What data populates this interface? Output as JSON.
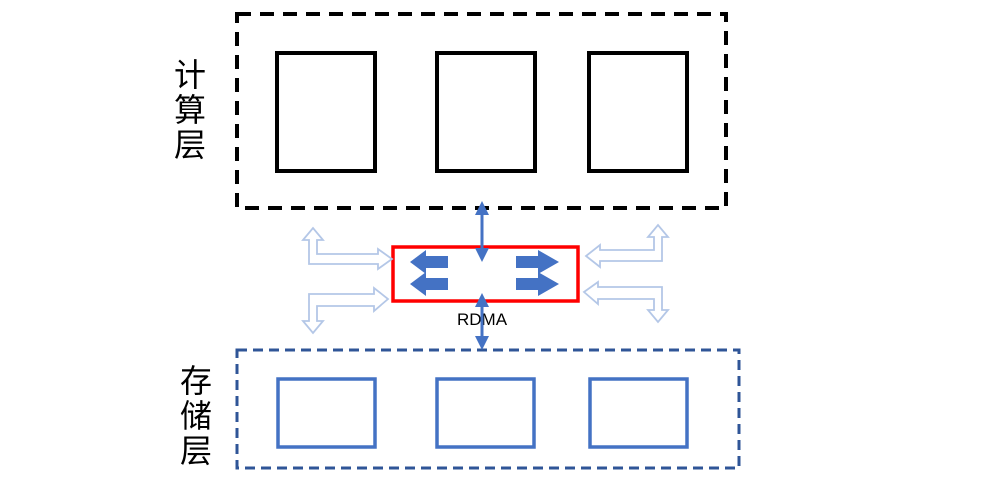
{
  "diagram": {
    "compute_layer": {
      "label": "计算层",
      "label_chars": [
        "计",
        "算",
        "层"
      ],
      "node_count": 3,
      "border_color": "#000000",
      "node_color": "#000000"
    },
    "storage_layer": {
      "label": "存储层",
      "label_chars": [
        "存",
        "储",
        "层"
      ],
      "node_count": 3,
      "border_color": "#2F5597",
      "node_color": "#4472C4"
    },
    "switch": {
      "label": "RDMA",
      "border_color": "#FF0000",
      "arrow_color": "#4472C4"
    },
    "connector_color": "#4472C4",
    "side_arrow_color": "#B4C7E7"
  }
}
